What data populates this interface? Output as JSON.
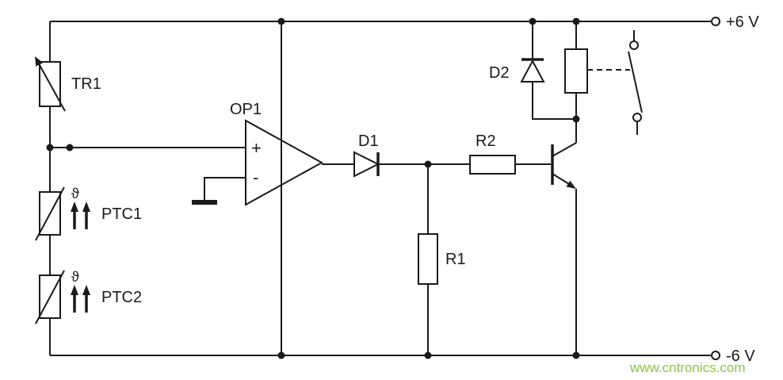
{
  "colors": {
    "line": "#1a1a1a",
    "watermark": "#8cc63e",
    "background": "#ffffff"
  },
  "rails": {
    "positive_label": "+6 V",
    "negative_label": "-6 V"
  },
  "components": {
    "tr1": {
      "label": "TR1"
    },
    "ptc1": {
      "label": "PTC1",
      "theta": "ϑ"
    },
    "ptc2": {
      "label": "PTC2",
      "theta": "ϑ"
    },
    "op1": {
      "label": "OP1",
      "noninverting": "+",
      "inverting": "-"
    },
    "d1": {
      "label": "D1"
    },
    "d2": {
      "label": "D2"
    },
    "r1": {
      "label": "R1"
    },
    "r2": {
      "label": "R2"
    }
  },
  "watermark": {
    "text": "www.cntronics.com"
  }
}
